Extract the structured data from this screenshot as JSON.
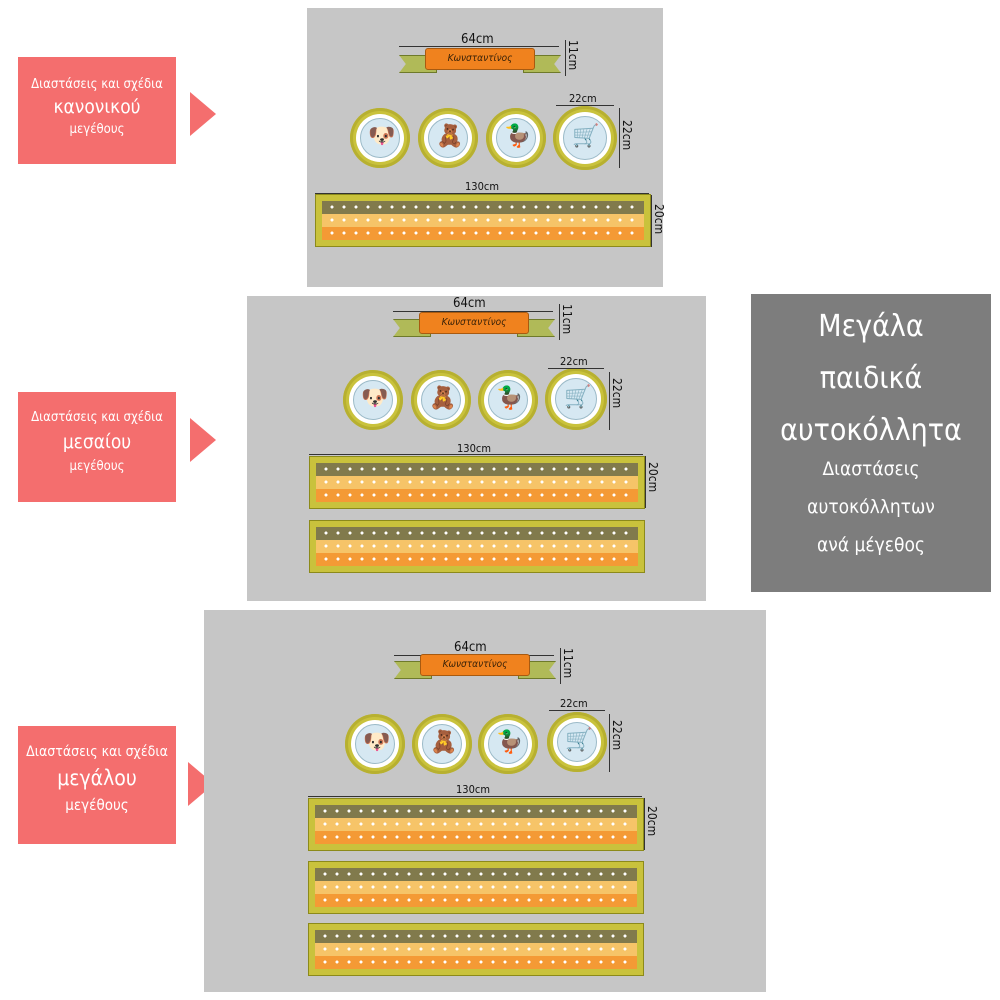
{
  "sizes": [
    {
      "line1": "Διαστάσεις και σχέδια",
      "line2": "κανονικού",
      "line3": "μεγέθους"
    },
    {
      "line1": "Διαστάσεις και σχέδια",
      "line2": "μεσαίου",
      "line3": "μεγέθους"
    },
    {
      "line1": "Διαστάσεις και σχέδια",
      "line2": "μεγάλου",
      "line3": "μεγέθους"
    }
  ],
  "dims": {
    "banner_w": "64cm",
    "banner_h": "11cm",
    "circle_w": "22cm",
    "circle_h": "22cm",
    "strip_w": "130cm",
    "strip_h": "20cm"
  },
  "banner_name": "Κωνσταντίνος",
  "promo": {
    "title_1": "Μεγάλα",
    "title_2": "παιδικά",
    "title_3": "αυτοκόλλητα",
    "sub_1": "Διαστάσεις",
    "sub_2": "αυτοκόλλητων",
    "sub_3": "ανά μέγεθος"
  },
  "medallion_icons": [
    "puppy-icon",
    "teddy-bear-icon",
    "duck-icon",
    "toy-cart-icon"
  ],
  "colors": {
    "label_bg": "#f46e6e",
    "panel_bg": "#c6c6c6",
    "promo_bg": "#7d7d7d",
    "ribbon": "#f0821e",
    "frame": "#c9c23c"
  }
}
